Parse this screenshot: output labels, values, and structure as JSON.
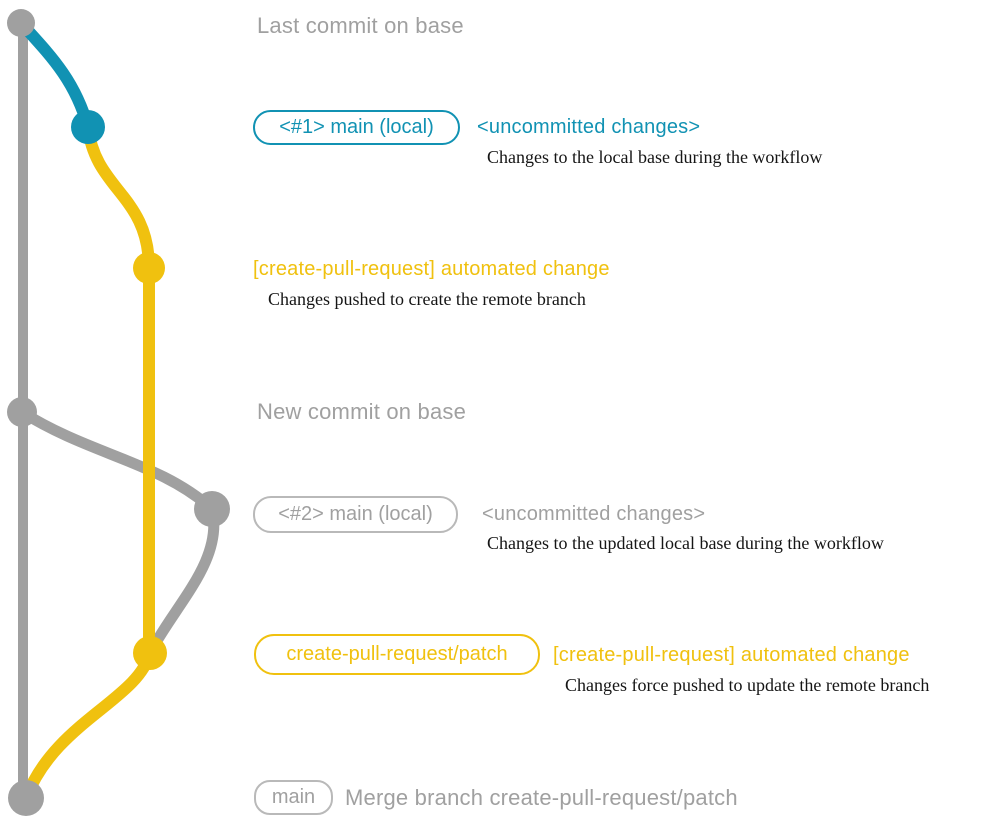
{
  "diagram": {
    "kind": "git-branch-workflow-diagram",
    "colors": {
      "base_gray": "#a0a0a0",
      "local_teal": "#1192b3",
      "patch_yellow": "#f0c10f",
      "note_black": "#151515",
      "gray_box_border": "#b9b9b9",
      "background": "#ffffff"
    },
    "annotations": {
      "last_commit": "Last commit on base",
      "branch1_box": "<#1> main (local)",
      "branch1_status": "<uncommitted changes>",
      "branch1_desc": "Changes to the local base during the workflow",
      "patch1_commit": "[create-pull-request] automated change",
      "patch1_desc": "Changes pushed to create the remote branch",
      "new_commit": "New commit on base",
      "branch2_box": "<#2> main (local)",
      "branch2_status": "<uncommitted changes>",
      "branch2_desc": "Changes to the updated local base during the workflow",
      "patch2_box": "create-pull-request/patch",
      "patch2_commit": "[create-pull-request] automated change",
      "patch2_desc": "Changes force pushed to update the remote branch",
      "merge_box": "main",
      "merge_commit": "Merge branch create-pull-request/patch"
    }
  }
}
